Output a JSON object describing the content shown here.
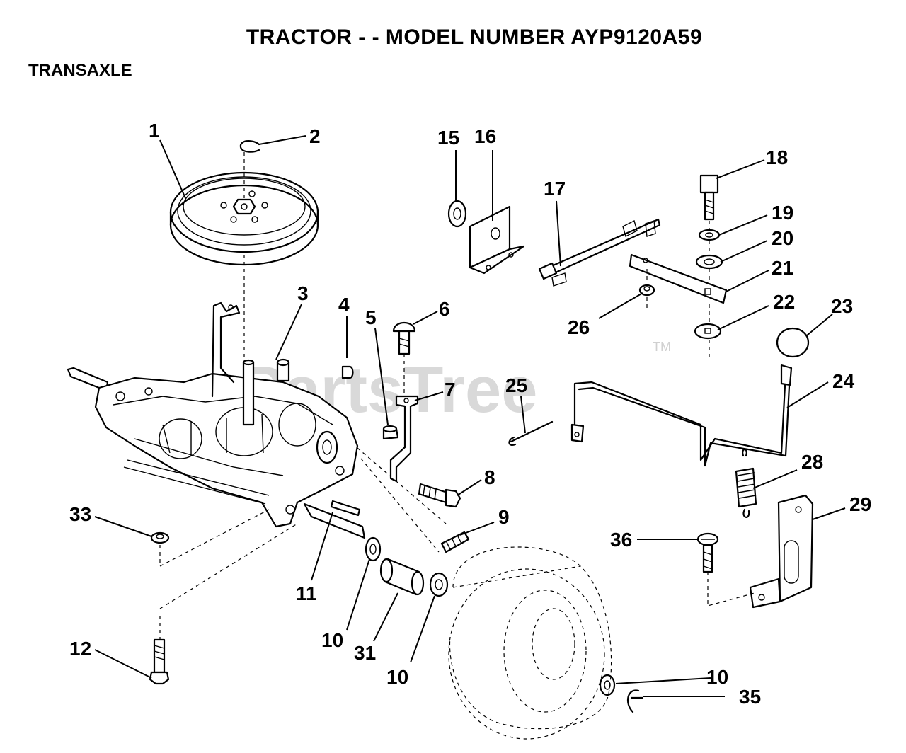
{
  "title": "TRACTOR - - MODEL NUMBER AYP9120A59",
  "section": "TRANSAXLE",
  "watermark": "PartsTree",
  "trademark": "TM",
  "callouts": {
    "c1": "1",
    "c2": "2",
    "c3": "3",
    "c4": "4",
    "c5": "5",
    "c6": "6",
    "c7": "7",
    "c8": "8",
    "c9": "9",
    "c10a": "10",
    "c10b": "10",
    "c10c": "10",
    "c11": "11",
    "c12": "12",
    "c15": "15",
    "c16": "16",
    "c17": "17",
    "c18": "18",
    "c19": "19",
    "c20": "20",
    "c21": "21",
    "c22": "22",
    "c23": "23",
    "c24": "24",
    "c25": "25",
    "c26": "26",
    "c28": "28",
    "c29": "29",
    "c31": "31",
    "c33": "33",
    "c35": "35",
    "c36": "36"
  }
}
